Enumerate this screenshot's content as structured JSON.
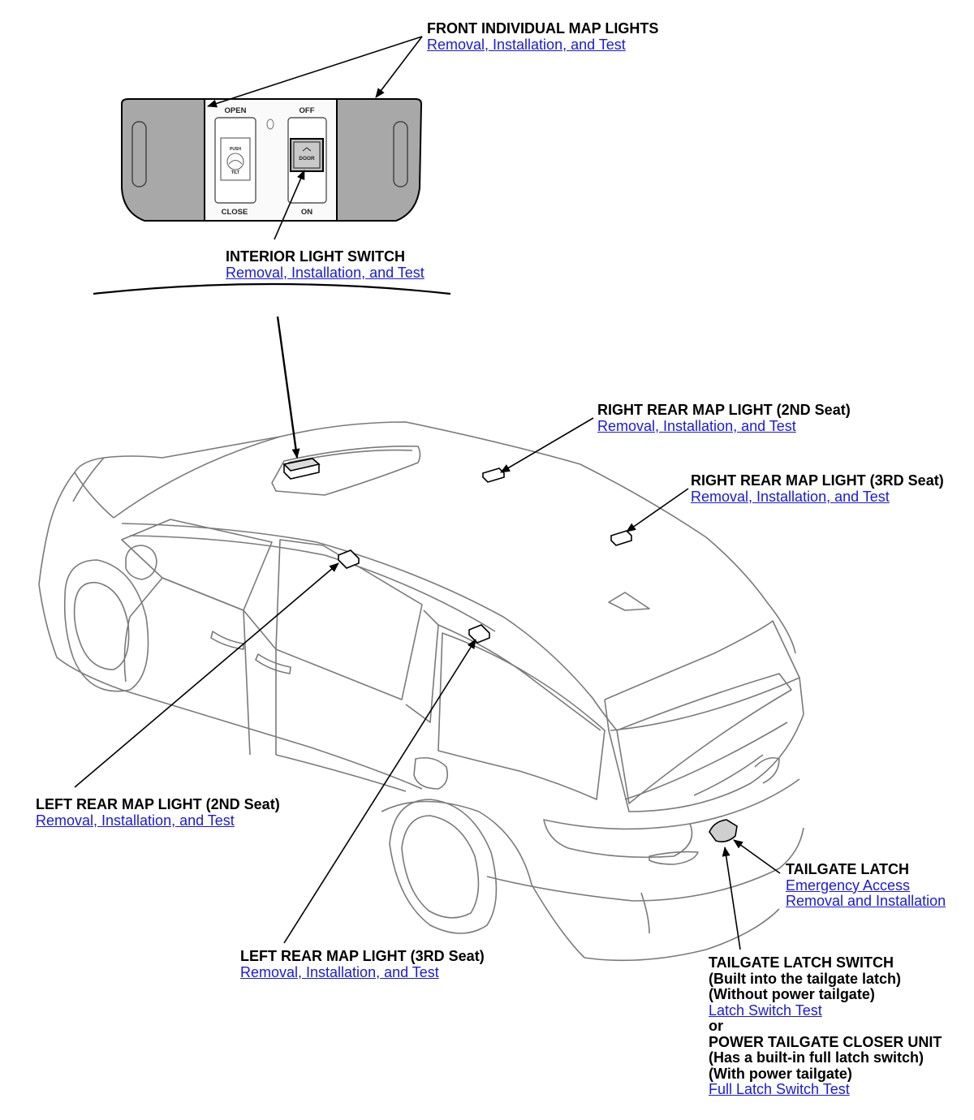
{
  "front_map_lights": {
    "title": "FRONT INDIVIDUAL MAP LIGHTS",
    "link": "Removal, Installation, and Test"
  },
  "interior_switch": {
    "title": "INTERIOR LIGHT SWITCH",
    "link": "Removal, Installation, and Test"
  },
  "right_rear_2nd": {
    "title": "RIGHT REAR MAP LIGHT (2ND Seat)",
    "link": "Removal, Installation, and Test"
  },
  "right_rear_3rd": {
    "title": "RIGHT REAR MAP LIGHT (3RD Seat)",
    "link": "Removal, Installation, and Test"
  },
  "left_rear_2nd": {
    "title": "LEFT REAR MAP LIGHT (2ND Seat)",
    "link": "Removal, Installation, and Test"
  },
  "left_rear_3rd": {
    "title": "LEFT REAR MAP LIGHT (3RD Seat)",
    "link": "Removal, Installation, and Test"
  },
  "tailgate_latch": {
    "title": "TAILGATE LATCH",
    "links": [
      "Emergency Access",
      "Removal and Installation"
    ]
  },
  "tailgate_switch": {
    "lines_a": [
      "TAILGATE LATCH SWITCH",
      "(Built into the tailgate latch)",
      "(Without power tailgate)"
    ],
    "link_a": "Latch Switch Test",
    "or": "or",
    "lines_b": [
      "POWER TAILGATE CLOSER UNIT",
      "(Has a built-in full latch switch)",
      "(With power tailgate)"
    ],
    "link_b": "Full Latch Switch Test"
  },
  "switch_panel": {
    "open": "OPEN",
    "close": "CLOSE",
    "off": "OFF",
    "on": "ON",
    "push": "PUSH",
    "tilt": "TILT",
    "door": "DOOR"
  }
}
